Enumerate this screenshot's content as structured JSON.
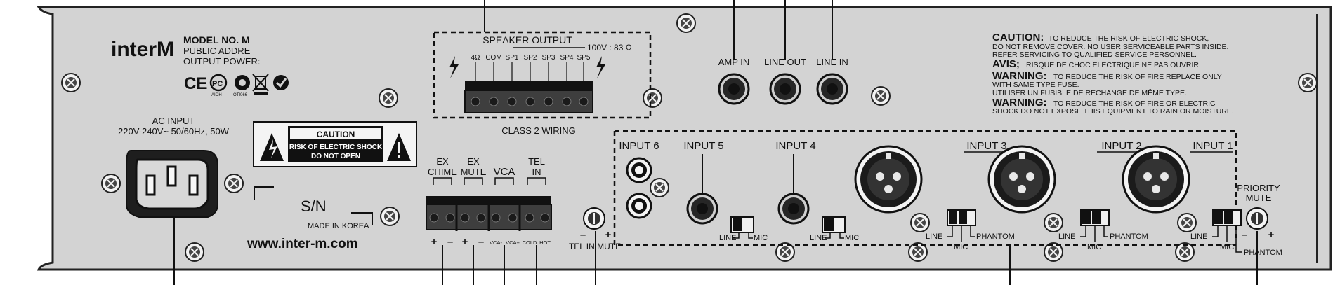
{
  "brand": "interM",
  "model": {
    "line1": "MODEL NO. M",
    "line2": "PUBLIC ADDRE",
    "line3": "OUTPUT POWER:"
  },
  "cert_small": {
    "a": "AIOH",
    "b": "OTI066"
  },
  "ac_input": {
    "title": "AC INPUT",
    "spec": "220V-240V~ 50/60Hz, 50W"
  },
  "caution_label": {
    "title": "CAUTION",
    "line1": "RISK OF ELECTRIC SHOCK",
    "line2": "DO NOT OPEN"
  },
  "serial_label": "S/N",
  "made_in": "MADE IN KOREA",
  "website": "www.inter-m.com",
  "speaker_output": {
    "title": "SPEAKER OUTPUT",
    "impedance": "100V : 83 Ω",
    "terminals": [
      "4Ω",
      "COM",
      "SP1",
      "SP2",
      "SP3",
      "SP4",
      "SP5"
    ],
    "wiring": "CLASS 2 WIRING"
  },
  "jacks_top": {
    "amp_in": "AMP IN",
    "line_out": "LINE OUT",
    "line_in": "LINE IN"
  },
  "warnings": {
    "caution_head": "CAUTION:",
    "caution_l1": "TO REDUCE THE RISK OF ELECTRIC SHOCK,",
    "caution_l2": "DO NOT REMOVE COVER. NO USER SERVICEABLE PARTS INSIDE.",
    "caution_l3": "REFER SERVICING TO QUALIFIED SERVICE PERSONNEL.",
    "avis_head": "AVIS;",
    "avis_text": "RISQUE DE CHOC ELECTRIQUE NE PAS OUVRIR.",
    "warn1_head": "WARNING:",
    "warn1_l1": "TO REDUCE THE RISK OF FIRE REPLACE ONLY",
    "warn1_l2": "WITH SAME TYPE FUSE.",
    "warn1_l3": "UTILISER UN FUSIBLE DE RECHANGE DE MÊME TYPE.",
    "warn2_head": "WARNING:",
    "warn2_l1": "TO REDUCE THE RISK OF FIRE OR ELECTRIC",
    "warn2_l2": "SHOCK DO NOT EXPOSE THIS EQUIPMENT TO RAIN OR MOISTURE."
  },
  "control_terminals": {
    "ex_chime": {
      "l1": "EX",
      "l2": "CHIME"
    },
    "ex_mute": {
      "l1": "EX",
      "l2": "MUTE"
    },
    "vca": "VCA",
    "tel_in": {
      "l1": "TEL",
      "l2": "IN"
    },
    "vca_minus": "VCA-",
    "vca_plus": "VCA+",
    "cold": "COLD",
    "hot": "HOT"
  },
  "tel_in_mute": "TEL IN MUTE",
  "inputs": {
    "input6": "INPUT 6",
    "input5": "INPUT 5",
    "input4": "INPUT 4",
    "input3": "INPUT 3",
    "input2": "INPUT 2",
    "input1": "INPUT 1"
  },
  "switch_labels": {
    "line": "LINE",
    "mic": "MIC",
    "phantom": "PHANTOM"
  },
  "priority_mute": {
    "l1": "PRIORITY",
    "l2": "MUTE"
  },
  "polarity": {
    "plus": "+",
    "minus": "–"
  },
  "colors": {
    "panel": "#d3d3d3",
    "ink": "#111111",
    "terminal": "#3e3e3e"
  }
}
